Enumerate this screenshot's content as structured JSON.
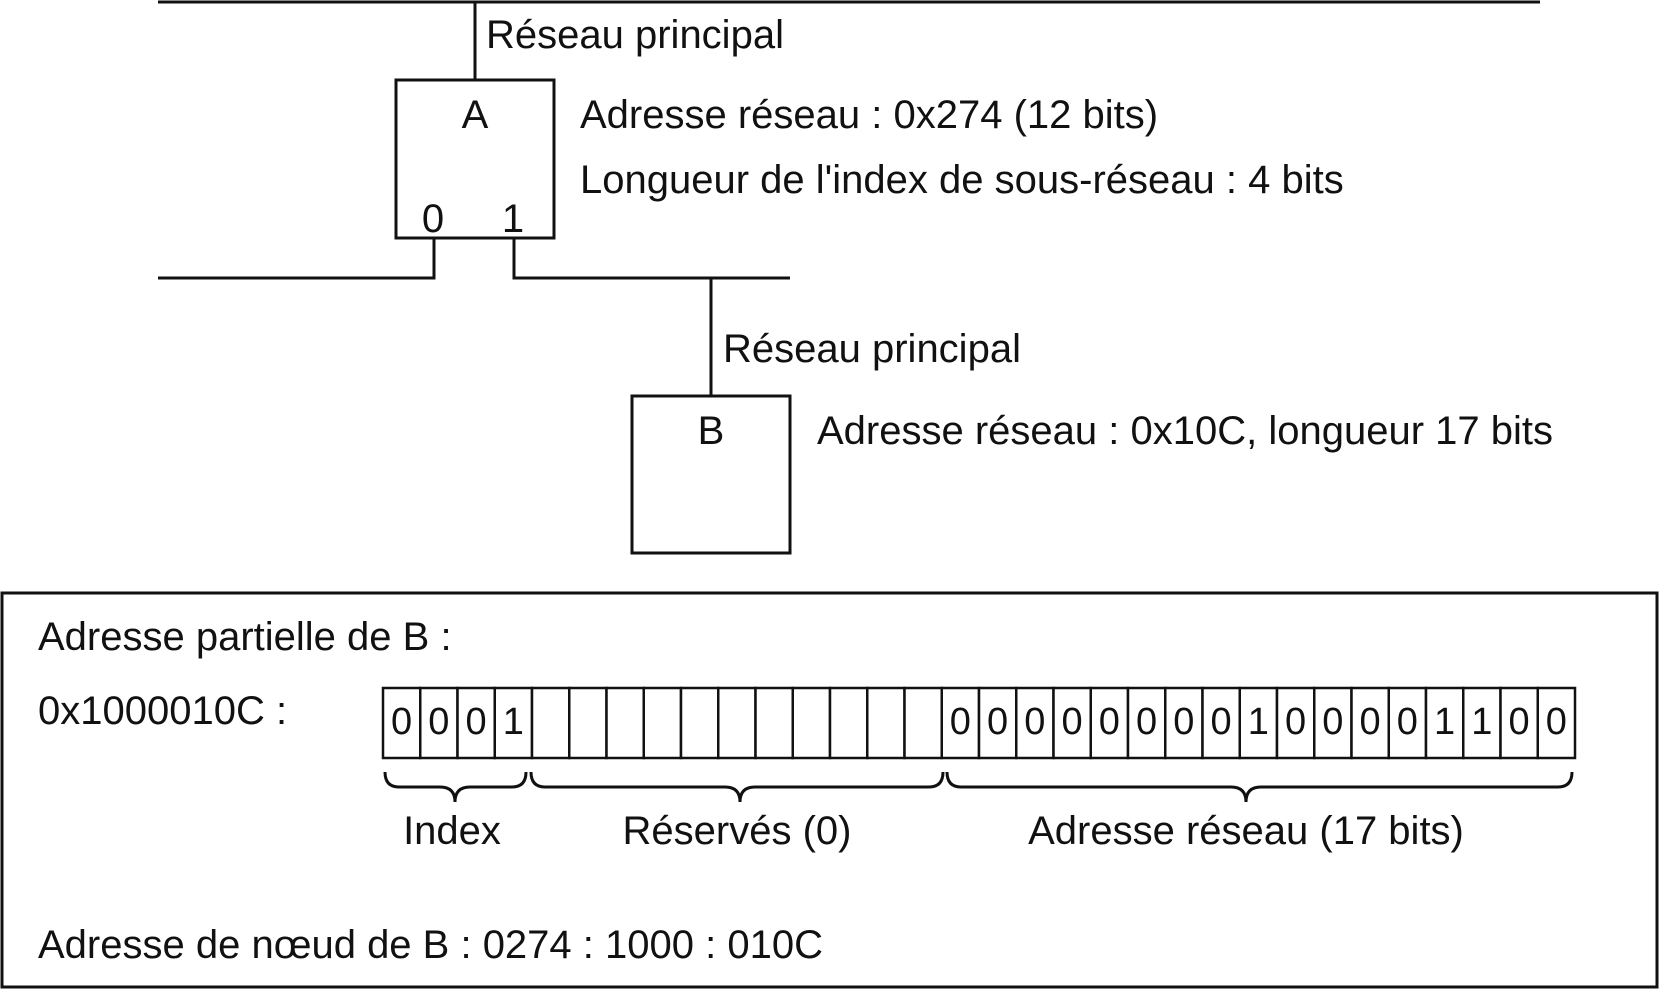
{
  "network": {
    "top_label": "Réseau principal",
    "node_a": {
      "name": "A",
      "port0": "0",
      "port1": "1",
      "address_text": "Adresse réseau : 0x274 (12 bits)",
      "index_length_text": "Longueur de l'index de sous-réseau : 4 bits"
    },
    "mid_label": "Réseau principal",
    "node_b": {
      "name": "B",
      "address_text": "Adresse réseau : 0x10C, longueur 17 bits"
    }
  },
  "panel": {
    "title": "Adresse partielle de B :",
    "hex_label": "0x1000010C :",
    "bits": [
      "0",
      "0",
      "0",
      "1",
      "",
      "",
      "",
      "",
      "",
      "",
      "",
      "",
      "",
      "",
      "",
      "0",
      "0",
      "0",
      "0",
      "0",
      "0",
      "0",
      "0",
      "1",
      "0",
      "0",
      "0",
      "0",
      "1",
      "1",
      "0",
      "0"
    ],
    "reserved_bits_range": [
      4,
      14
    ],
    "groups": {
      "index": "Index",
      "reserved": "Réservés (0)",
      "network": "Adresse réseau (17 bits)"
    },
    "node_address_text": "Adresse de nœud de B : 0274 : 1000 : 010C"
  },
  "colors": {
    "line": "#111111",
    "background": "#ffffff"
  }
}
